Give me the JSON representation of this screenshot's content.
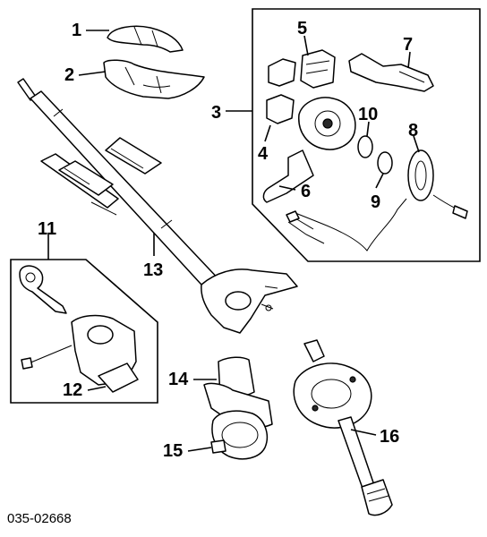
{
  "diagram": {
    "doc_code": "035-02668",
    "callouts": {
      "c1": "1",
      "c2": "2",
      "c3": "3",
      "c4": "4",
      "c5": "5",
      "c6": "6",
      "c7": "7",
      "c8": "8",
      "c9": "9",
      "c10": "10",
      "c11": "11",
      "c12": "12",
      "c13": "13",
      "c14": "14",
      "c15": "15",
      "c16": "16"
    }
  }
}
